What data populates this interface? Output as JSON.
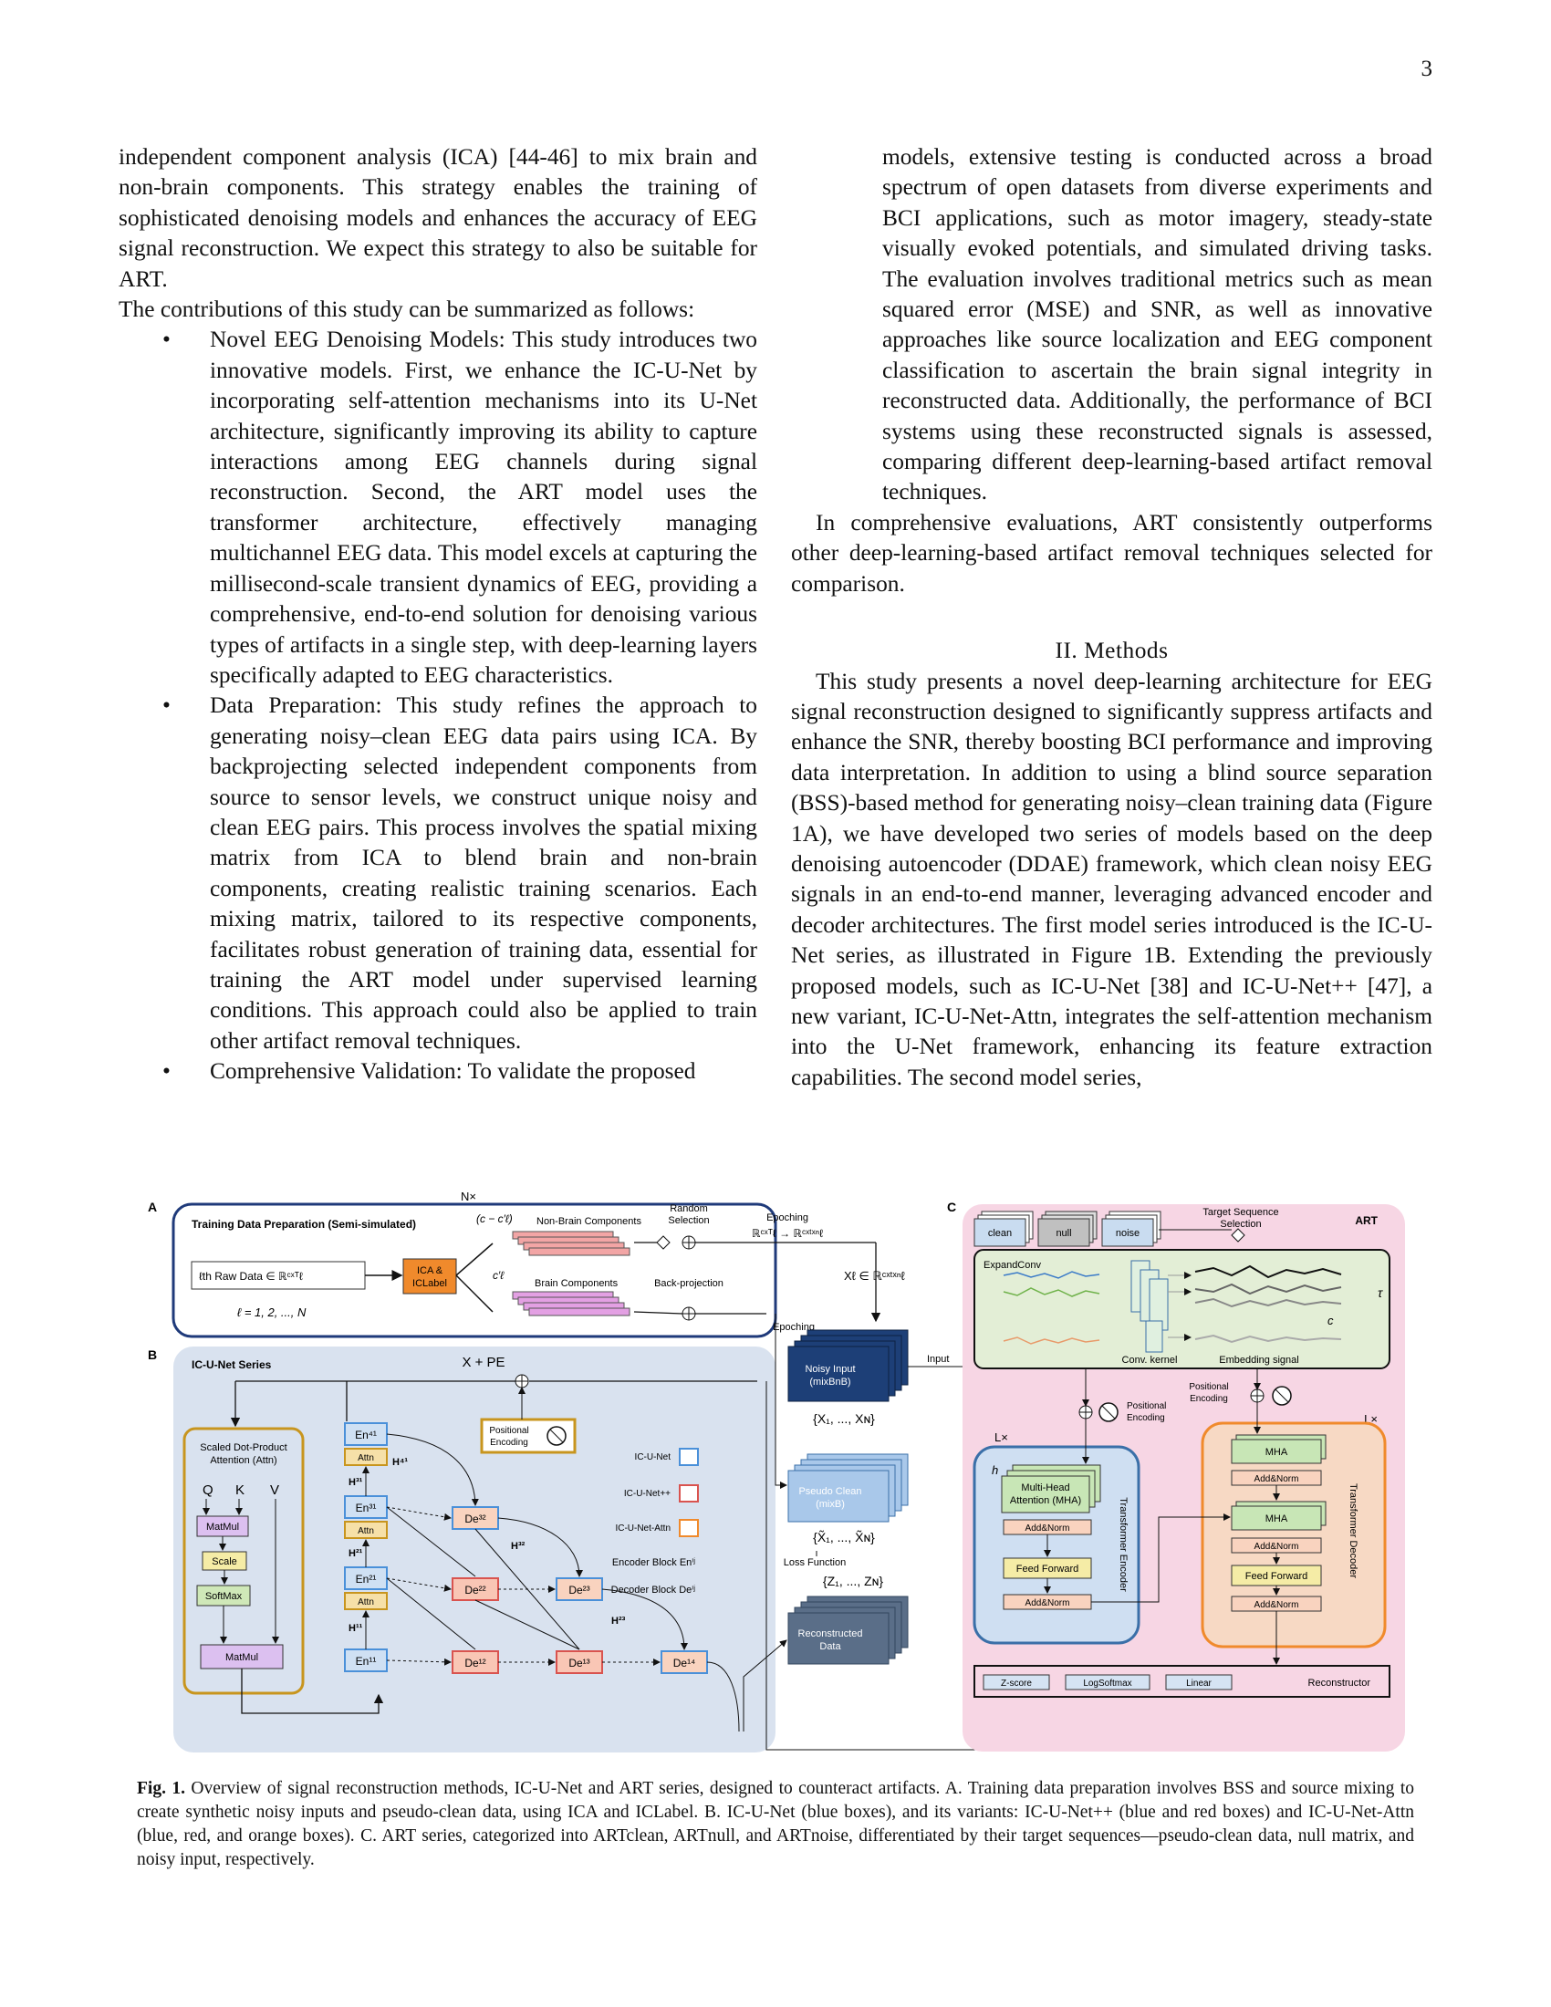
{
  "page_number": "3",
  "left_column": {
    "intro_paragraph": "independent component analysis (ICA) [44-46] to mix brain and non-brain components. This strategy enables the training of sophisticated denoising models and enhances the accuracy of EEG signal reconstruction. We expect this strategy to also be suitable for ART.",
    "contributions_intro": "The contributions of this study can be summarized as follows:",
    "bullet_1": "Novel EEG Denoising Models: This study introduces two innovative models. First, we enhance the IC-U-Net by incorporating self-attention mechanisms into its U-Net architecture, significantly improving its ability to capture interactions among EEG channels during signal reconstruction. Second, the ART model uses the transformer architecture, effectively managing multichannel EEG data. This model excels at capturing the millisecond-scale transient dynamics of EEG, providing a comprehensive, end-to-end solution for denoising various types of artifacts in a single step, with deep-learning layers specifically adapted to EEG characteristics.",
    "bullet_2": "Data Preparation: This study refines the approach to generating noisy–clean EEG data pairs using ICA. By backprojecting selected independent components from source to sensor levels, we construct unique noisy and clean EEG pairs. This process involves the spatial mixing matrix from ICA to blend brain and non-brain components, creating realistic training scenarios. Each mixing matrix, tailored to its respective components, facilitates robust generation of training data, essential for training the ART model under supervised learning conditions. This approach could also be applied to train other artifact removal techniques.",
    "bullet_3": "Comprehensive Validation: To validate the proposed",
    "bullet_symbol": "•"
  },
  "right_column": {
    "bullet_3_cont": "models, extensive testing is conducted across a broad spectrum of open datasets from diverse experiments and BCI applications, such as motor imagery, steady-state visually evoked potentials, and simulated driving tasks. The evaluation involves traditional metrics such as mean squared error (MSE) and SNR, as well as innovative approaches like source localization and EEG component classification to ascertain the brain signal integrity in reconstructed data. Additionally, the performance of BCI systems using these reconstructed signals is assessed, comparing different deep-learning-based artifact removal techniques.",
    "evaluation_paragraph": "In comprehensive evaluations, ART consistently outperforms other deep-learning-based artifact removal techniques selected for comparison.",
    "section_heading": "II. Methods",
    "methods_paragraph": "This study presents a novel deep-learning architecture for EEG signal reconstruction designed to significantly suppress artifacts and enhance the SNR, thereby boosting BCI performance and improving data interpretation. In addition to using a blind source separation (BSS)-based method for generating noisy–clean training data (Figure 1A), we have developed two series of models based on the deep denoising autoencoder (DDAE) framework, which clean noisy EEG signals in an end-to-end manner, leveraging advanced encoder and decoder architectures. The first model series introduced is the IC-U-Net series, as illustrated in Figure 1B. Extending the previously proposed models, such as IC-U-Net [38] and IC-U-Net++ [47], a new variant, IC-U-Net-Attn, integrates the self-attention mechanism into the U-Net framework, enhancing its feature extraction capabilities. The second model series,"
  },
  "figure": {
    "panel_a": {
      "letter": "A",
      "title": "Training Data Preparation (Semi-simulated)",
      "n_times": "N×",
      "raw_data": "ℓth  Raw Data ∈ ℝᶜˣᵀℓ",
      "index_range": "ℓ = 1, 2, ..., N",
      "ica_box": "ICA &",
      "ica_box_2": "ICLabel",
      "c_minus": "(c − c′ℓ)",
      "c_prime": "c′ℓ",
      "non_brain": "Non-Brain Components",
      "brain": "Brain Components",
      "random_sel": "Random",
      "random_sel_2": "Selection",
      "backproj": "Back-projection",
      "epoching": "Epoching",
      "epoch_map": "ℝᶜˣᵀℓ → ℝᶜˣᵗˣⁿℓ",
      "x_ell": "Xℓ ∈ ℝᶜˣᵗˣⁿℓ",
      "epoching_2": "Epoching"
    },
    "panel_b": {
      "letter": "B",
      "title": "IC-U-Net Series",
      "x_pe": "X + PE",
      "attn_title": "Scaled Dot-Product",
      "attn_title_2": "Attention (Attn)",
      "q": "Q",
      "k": "K",
      "v": "V",
      "matmul": "MatMul",
      "scale": "Scale",
      "softmax": "SoftMax",
      "matmul_2": "MatMul",
      "pos_enc": "Positional",
      "pos_enc_2": "Encoding",
      "legend_icunet": "IC-U-Net",
      "legend_icunetpp": "IC-U-Net++",
      "legend_attn": "IC-U-Net-Attn",
      "legend_enc": "Encoder Block  Enⁱʲ",
      "legend_dec": "Decoder Block  Deⁱʲ",
      "en41": "En⁴¹",
      "en31": "En³¹",
      "en21": "En²¹",
      "en11": "En¹¹",
      "attn": "Attn",
      "de32": "De³²",
      "de22": "De²²",
      "de23": "De²³",
      "de12": "De¹²",
      "de13": "De¹³",
      "de14": "De¹⁴",
      "h41": "H⁴¹",
      "h31": "H³¹",
      "h21": "H²¹",
      "h11": "H¹¹",
      "h32": "H³²",
      "h23": "H²³"
    },
    "center": {
      "noisy_input": "Noisy Input",
      "noisy_input_2": "(mixBnB)",
      "x_set": "{X₁, ..., Xɴ}",
      "pseudo_clean": "Pseudo Clean",
      "pseudo_clean_2": "(mixB)",
      "xhat_set": "{X̃₁, ..., X̃ɴ}",
      "loss": "Loss Function",
      "z_set": "{Z₁, ..., Zɴ}",
      "reconstructed": "Reconstructed",
      "reconstructed_2": "Data",
      "input": "Input"
    },
    "panel_c": {
      "letter": "C",
      "title": "ART",
      "clean": "clean",
      "null": "null",
      "noise": "noise",
      "target_seq": "Target Sequence",
      "target_seq_2": "Selection",
      "expandconv": "ExpandConv",
      "c_label": "c",
      "tau": "τ",
      "conv_kernel": "Conv. kernel",
      "embedding": "Embedding signal",
      "pos_enc": "Positional",
      "pos_enc_2": "Encoding",
      "pos_enc_b": "Positional",
      "pos_enc_b2": "Encoding",
      "l_times": "L×",
      "l_times_2": "L×",
      "h": "h",
      "mha_long": "Multi-Head",
      "mha_long_2": "Attention (MHA)",
      "addnorm": "Add&Norm",
      "feed_forward": "Feed Forward",
      "encoder_label": "Transformer Encoder",
      "decoder_label": "Transformer Decoder",
      "mha": "MHA",
      "zscore": "Z-score",
      "logsoftmax": "LogSoftmax",
      "linear": "Linear",
      "reconstructor": "Reconstructor"
    },
    "colors": {
      "panel_a_border": "#1f3a7a",
      "panel_b_bg": "#d9e2ef",
      "panel_c_bg": "#f7d6e4",
      "orange": "#f08a2c",
      "green": "#c8e6b6",
      "navy": "#1d3f77"
    }
  },
  "caption": {
    "label": "Fig. 1.",
    "text": "Overview of signal reconstruction methods, IC-U-Net and ART series, designed to counteract artifacts. A. Training data preparation involves BSS and source mixing to create synthetic noisy inputs and pseudo-clean data, using ICA and ICLabel. B. IC-U-Net (blue boxes), and its variants: IC-U-Net++ (blue and red boxes) and IC-U-Net-Attn (blue, red, and orange boxes). C. ART series, categorized into ARTclean, ARTnull, and ARTnoise, differentiated by their target sequences—pseudo-clean data, null matrix, and noisy input, respectively."
  }
}
